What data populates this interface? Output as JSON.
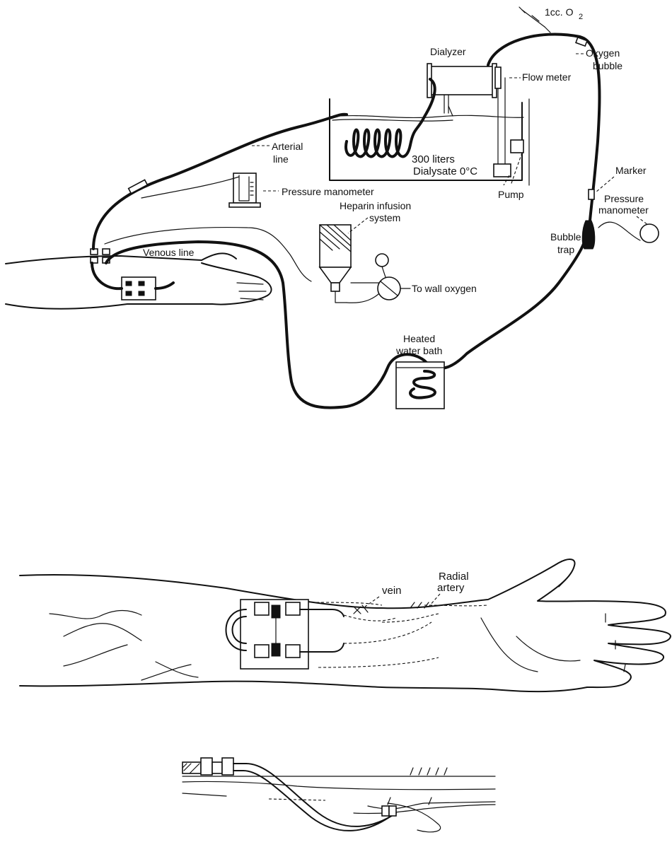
{
  "top_diagram": {
    "syringe_label": "1cc. O",
    "syringe_subscript": "2",
    "dialyzer": "Dialyzer",
    "flow_meter": "Flow meter",
    "oxygen_bubble_line1": "Oxygen",
    "oxygen_bubble_line2": "bubble",
    "arterial_line_line1": "Arterial",
    "arterial_line_line2": "line",
    "tank_volume": "300 liters",
    "dialysate": "Dialysate  0°C",
    "pump": "Pump",
    "marker": "Marker",
    "pressure_manometer_left": "Pressure manometer",
    "pressure_manometer_right_line1": "Pressure",
    "pressure_manometer_right_line2": "manometer",
    "heparin_line1": "Heparin infusion",
    "heparin_line2": "system",
    "venous_line": "Venous line",
    "bubble_trap_line1": "Bubble",
    "bubble_trap_line2": "trap",
    "wall_oxygen": "To wall oxygen",
    "heated_bath_line1": "Heated",
    "heated_bath_line2": "water bath"
  },
  "bottom_diagram": {
    "vein": "vein",
    "radial_artery_line1": "Radial",
    "radial_artery_line2": "artery"
  }
}
